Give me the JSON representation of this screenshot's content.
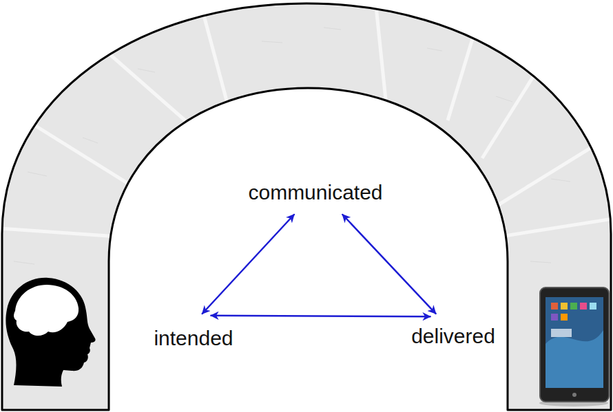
{
  "diagram": {
    "nodes": [
      {
        "text": [
          "communicated"
        ]
      },
      {
        "text": [
          "intended"
        ]
      },
      {
        "text": [
          "delivered"
        ]
      }
    ],
    "edges": [
      {
        "from": 1,
        "to": 0,
        "arrow": "both"
      },
      {
        "from": 0,
        "to": 2,
        "arrow": "both"
      },
      {
        "from": 1,
        "to": 2,
        "arrow": "both"
      }
    ]
  }
}
